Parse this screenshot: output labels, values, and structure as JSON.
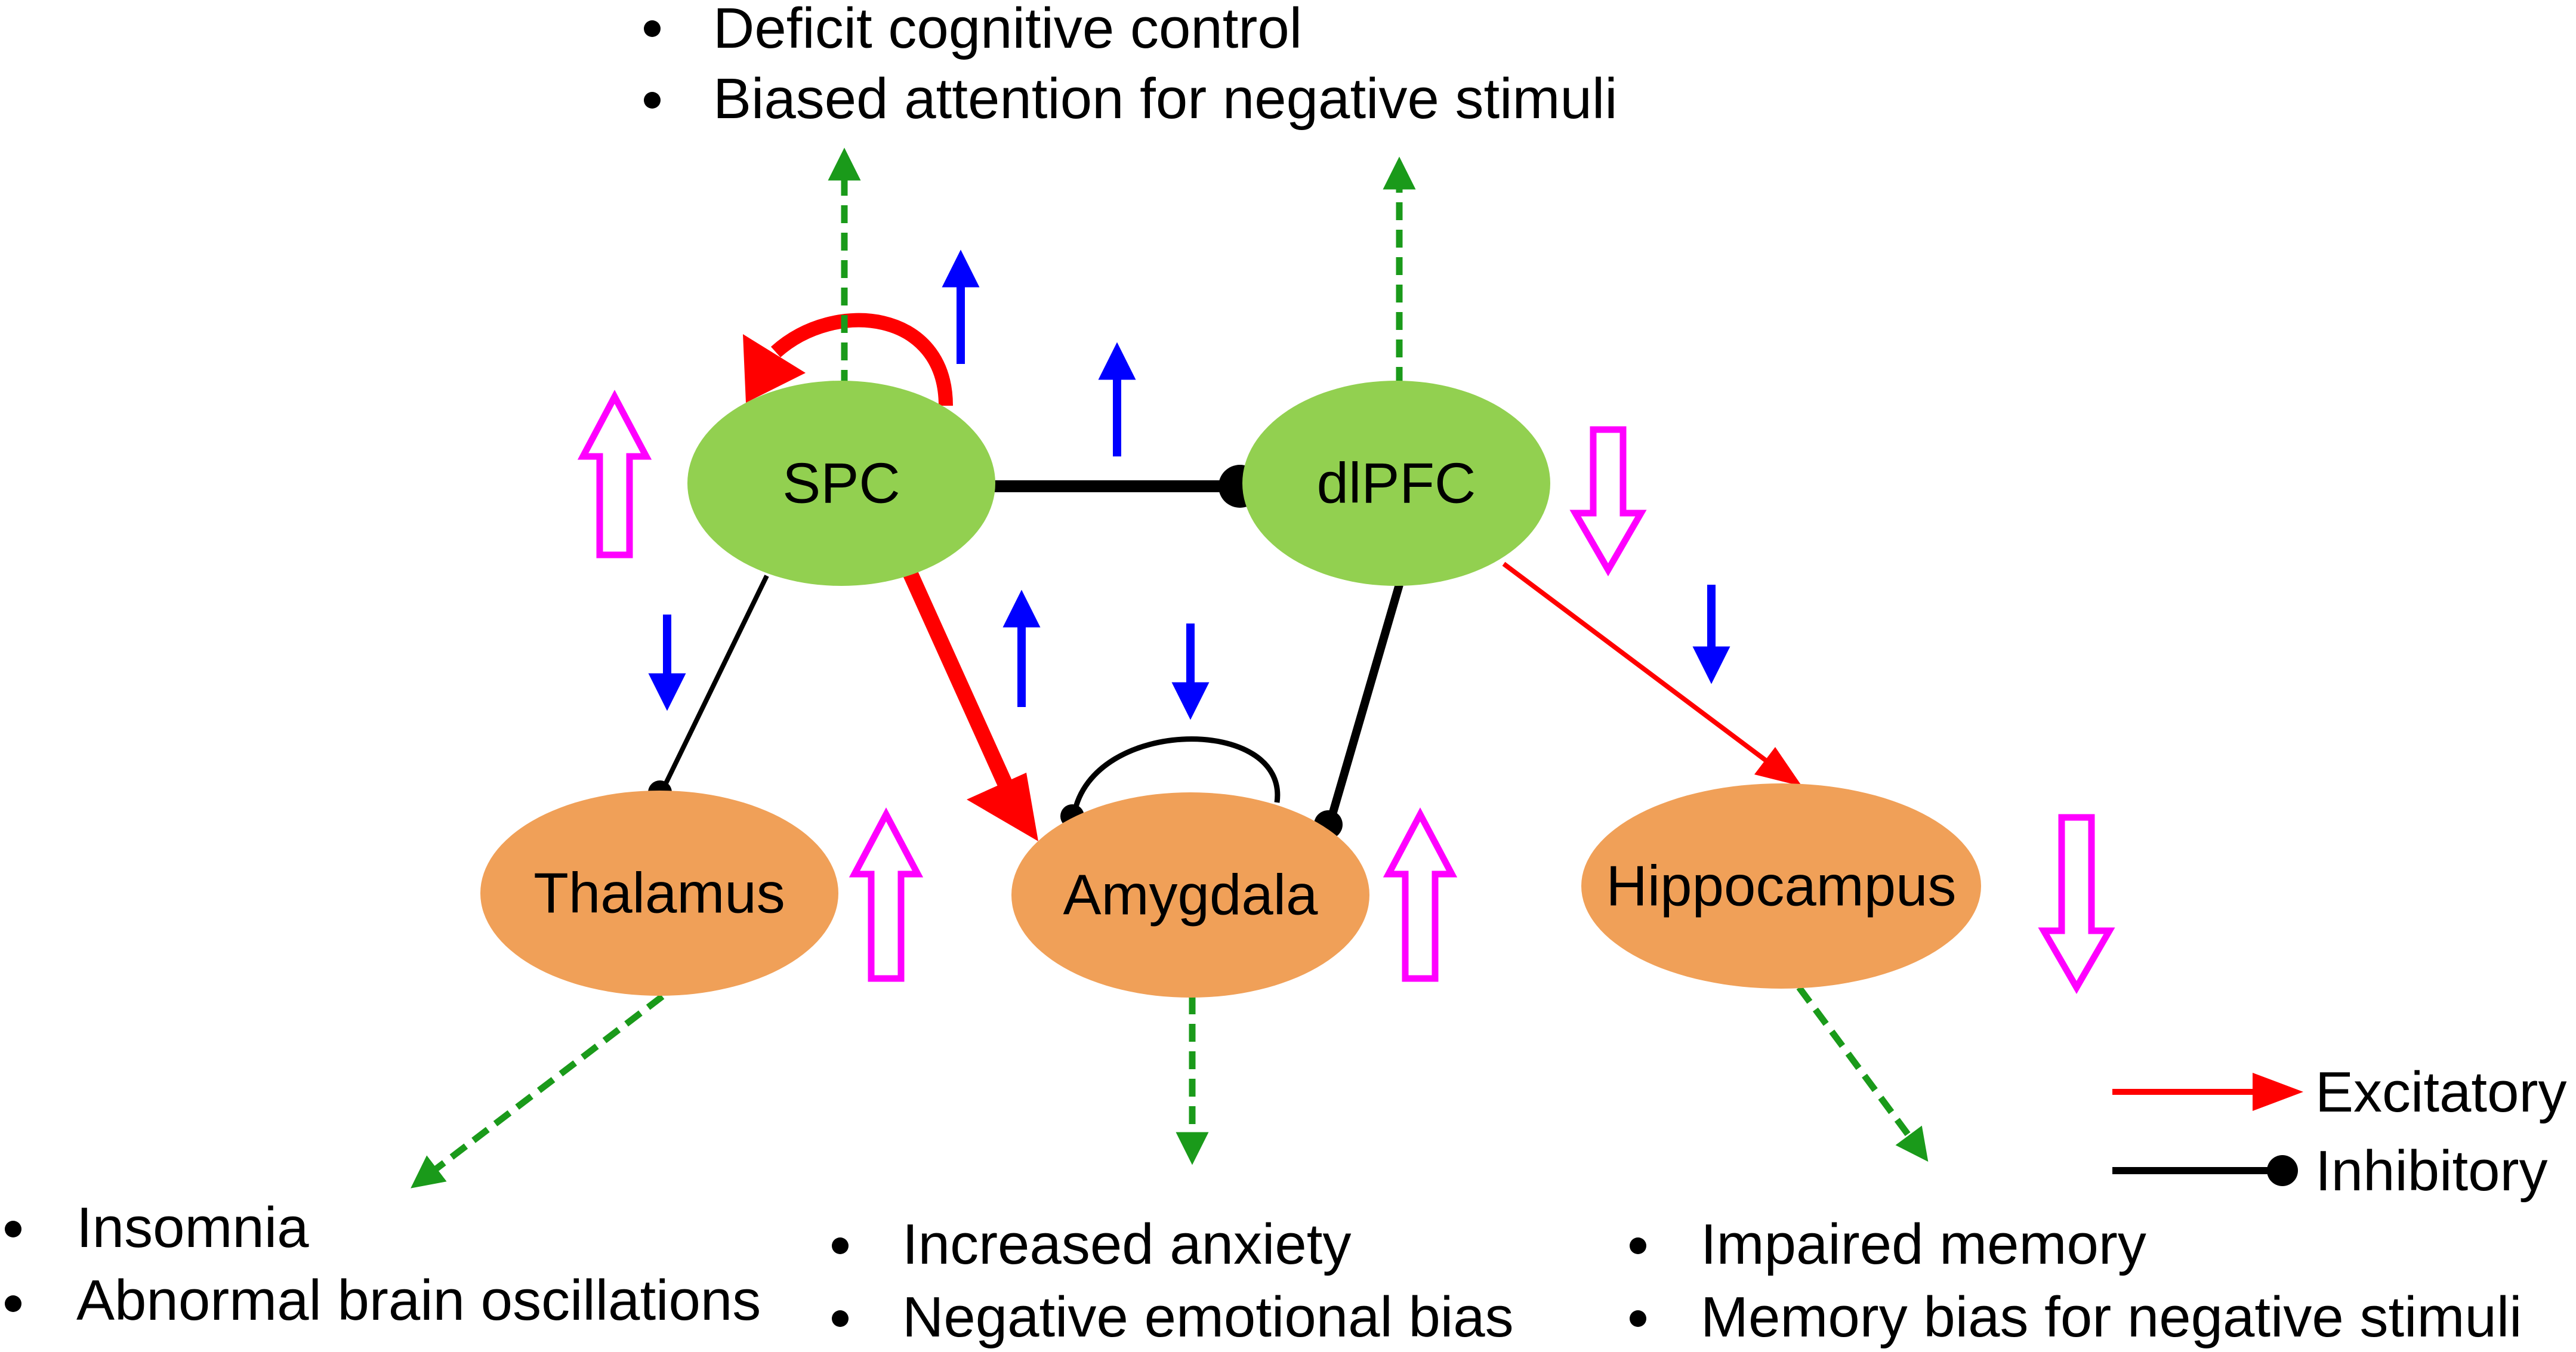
{
  "colors": {
    "region_top": "#92d050",
    "region_bottom": "#f0a058",
    "excitatory": "#ff0000",
    "inhibitory": "#000000",
    "output_arrow": "#1a9a1a",
    "activity_arrow": "#0000ff",
    "volume_arrow": "#ff00ff"
  },
  "nodes": {
    "spc": "SPC",
    "dlpfc": "dlPFC",
    "thalamus": "Thalamus",
    "amygdala": "Amygdala",
    "hippocampus": "Hippocampus"
  },
  "outcomes": {
    "top": [
      "Deficit cognitive control",
      "Biased attention for negative stimuli"
    ],
    "thalamus": [
      "Insomnia",
      "Abnormal brain oscillations"
    ],
    "amygdala": [
      "Increased anxiety",
      "Negative emotional bias"
    ],
    "hippocampus": [
      "Impaired memory",
      "Memory bias for negative stimuli"
    ]
  },
  "legend": {
    "excitatory": "Excitatory",
    "inhibitory": "Inhibitory"
  },
  "icons": {
    "bullet": "bullet-dot-icon",
    "up_activity": "blue-up-arrow-icon",
    "down_activity": "blue-down-arrow-icon",
    "up_volume": "magenta-hollow-up-arrow-icon",
    "down_volume": "magenta-hollow-down-arrow-icon"
  }
}
